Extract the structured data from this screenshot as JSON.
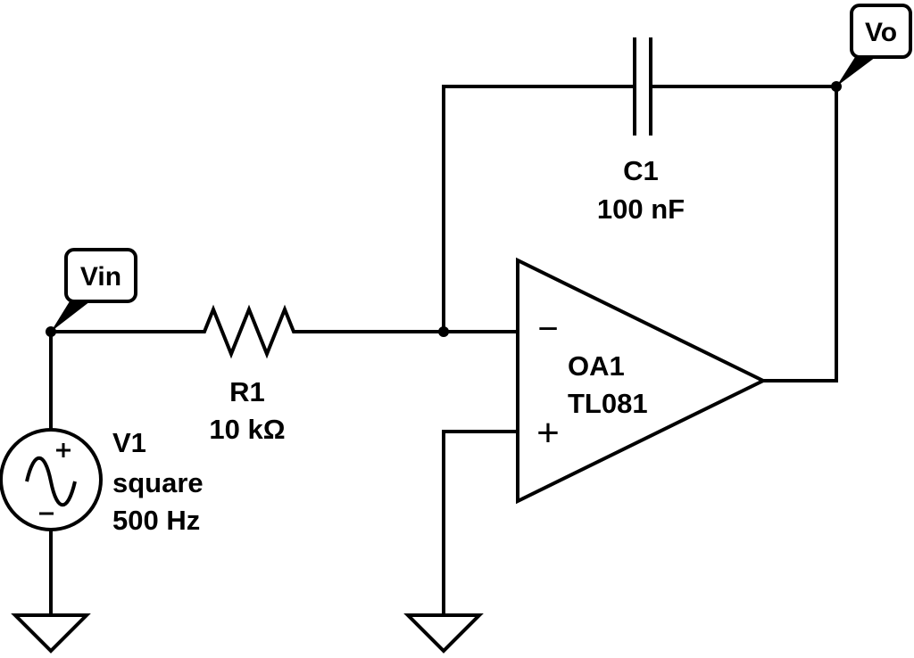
{
  "net_labels": {
    "vin": "Vin",
    "vo": "Vo"
  },
  "components": {
    "r1": {
      "ref": "R1",
      "value": "10 kΩ"
    },
    "c1": {
      "ref": "C1",
      "value": "100 nF"
    },
    "v1": {
      "ref": "V1",
      "waveform": "square",
      "frequency": "500 Hz"
    },
    "oa1": {
      "ref": "OA1",
      "part": "TL081",
      "inverting_symbol": "−",
      "noninverting_symbol": "+"
    }
  },
  "icons": [
    "sine-source-icon",
    "ground-icon",
    "resistor-icon",
    "capacitor-icon",
    "opamp-icon"
  ]
}
